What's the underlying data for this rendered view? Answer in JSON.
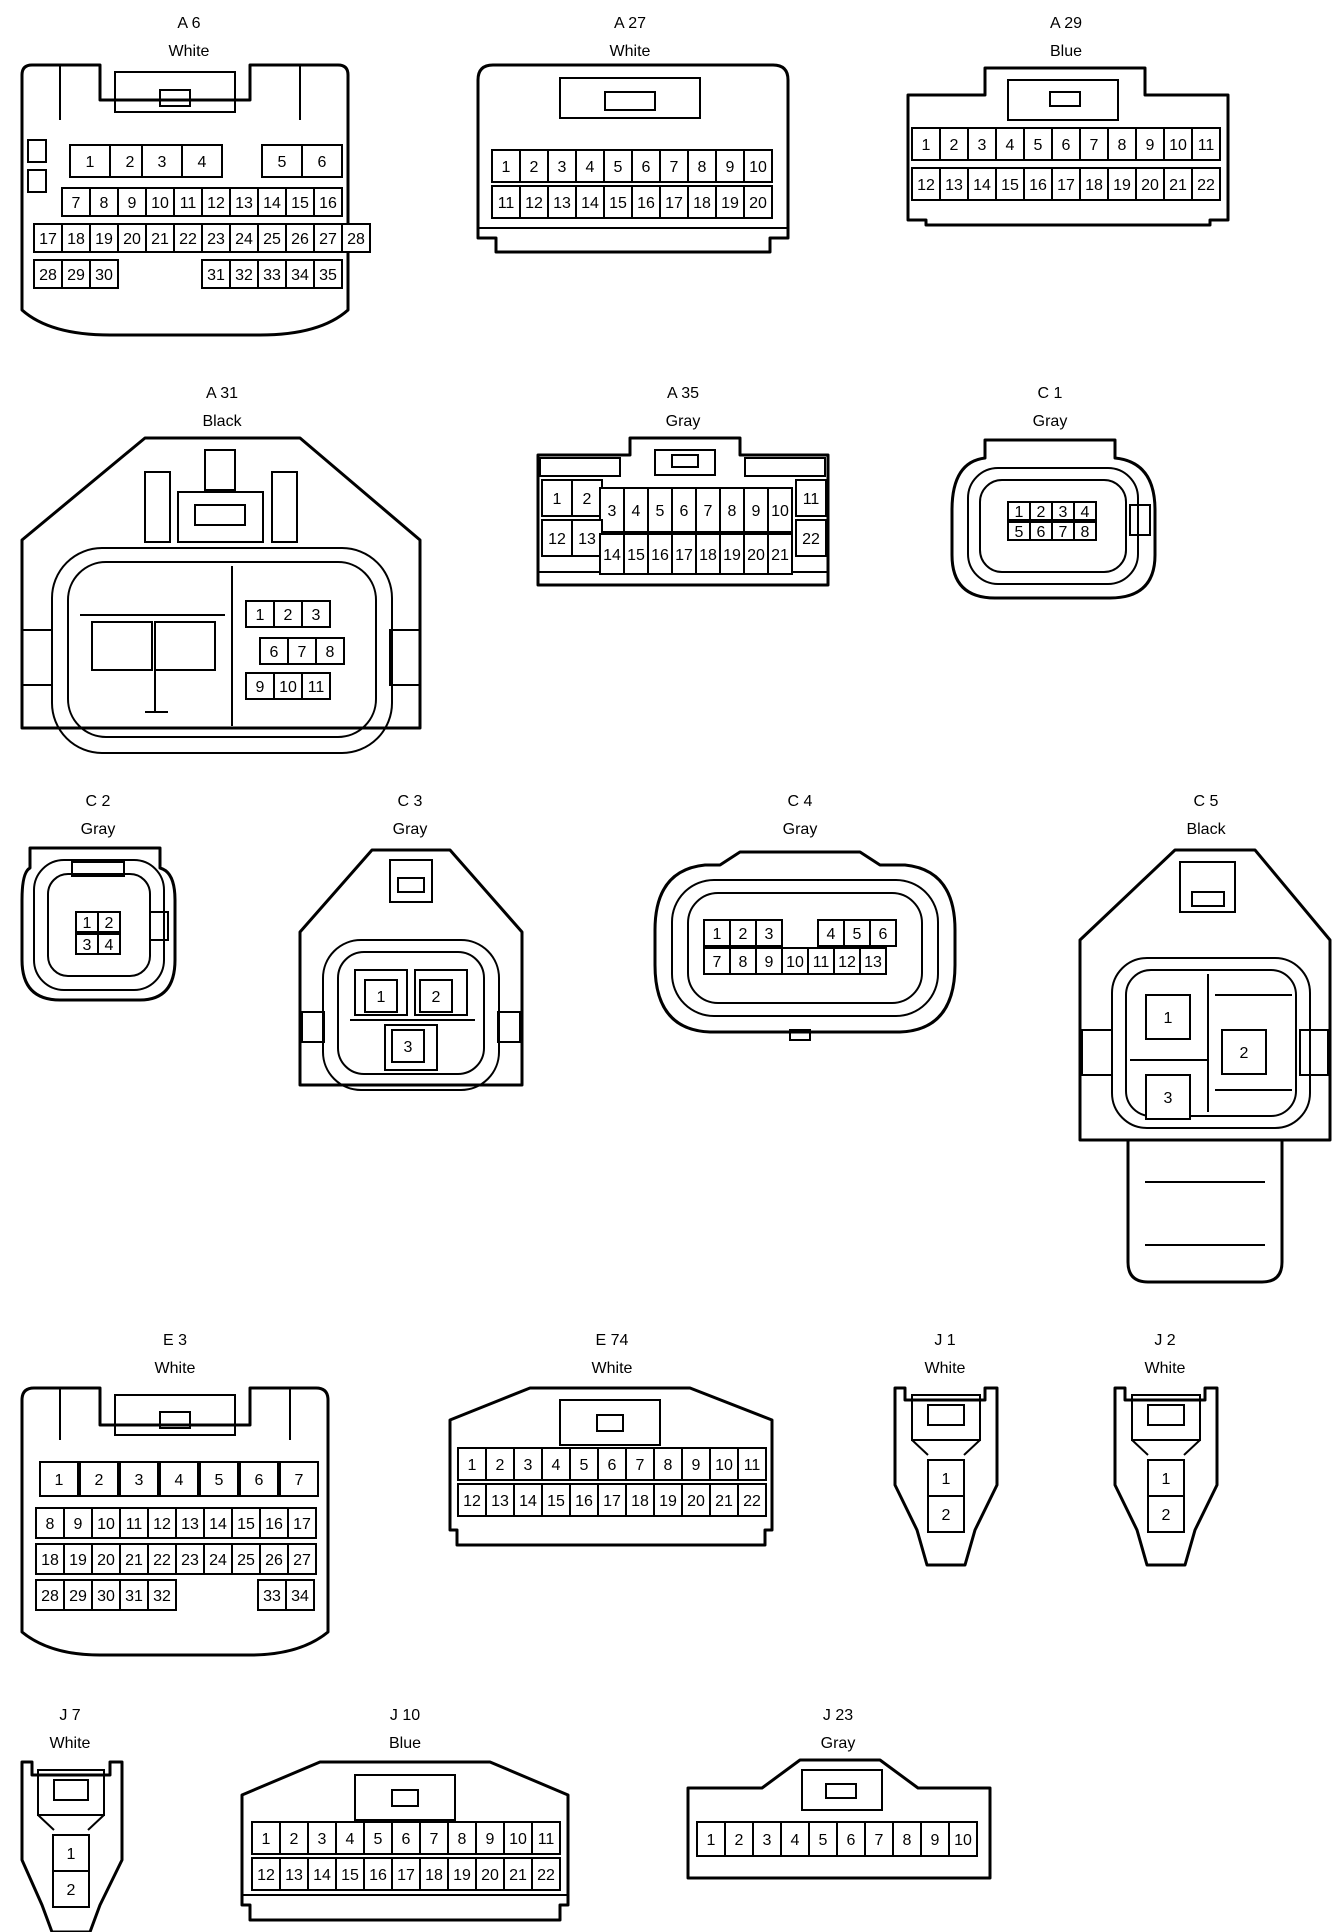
{
  "connectors": [
    {
      "id": "A 6",
      "color": "White"
    },
    {
      "id": "A 27",
      "color": "White"
    },
    {
      "id": "A 29",
      "color": "Blue"
    },
    {
      "id": "A 31",
      "color": "Black"
    },
    {
      "id": "A 35",
      "color": "Gray"
    },
    {
      "id": "C 1",
      "color": "Gray"
    },
    {
      "id": "C 2",
      "color": "Gray"
    },
    {
      "id": "C 3",
      "color": "Gray"
    },
    {
      "id": "C 4",
      "color": "Gray"
    },
    {
      "id": "C 5",
      "color": "Black"
    },
    {
      "id": "E 3",
      "color": "White"
    },
    {
      "id": "E 74",
      "color": "White"
    },
    {
      "id": "J 1",
      "color": "White"
    },
    {
      "id": "J 2",
      "color": "White"
    },
    {
      "id": "J 7",
      "color": "White"
    },
    {
      "id": "J 10",
      "color": "Blue"
    },
    {
      "id": "J 23",
      "color": "Gray"
    }
  ]
}
